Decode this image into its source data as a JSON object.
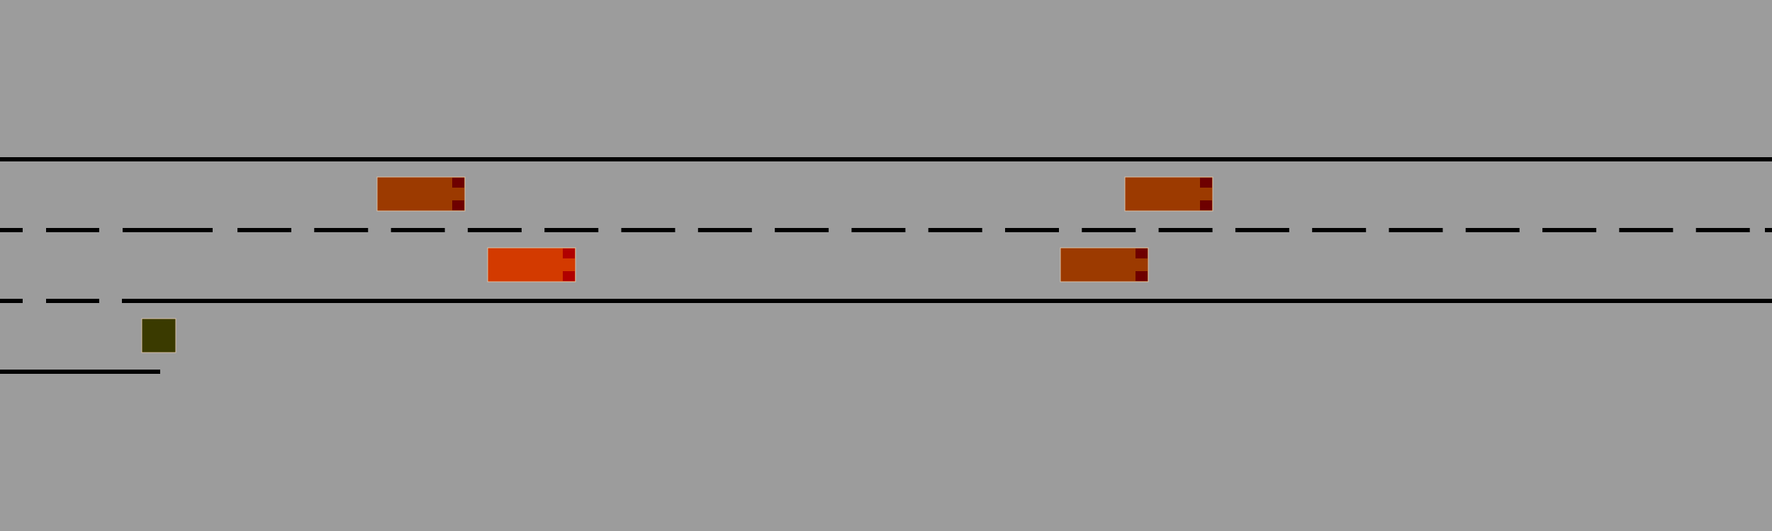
{
  "colors": {
    "road": "#9c9c9c",
    "lane_line": "#000000",
    "vehicle_outline": "#d8c0a8",
    "ego_vehicle_body": "#d33a00",
    "ego_vehicle_lights": "#b00000",
    "vehicle_body": "#9c3a00",
    "vehicle_lights": "#6e0000",
    "obstacle": "#3a3a00"
  },
  "scene": {
    "vehicles": [
      {
        "role": "other",
        "lane": "upper"
      },
      {
        "role": "other",
        "lane": "upper"
      },
      {
        "role": "ego",
        "lane": "lower"
      },
      {
        "role": "other",
        "lane": "lower"
      }
    ],
    "obstacle": {
      "kind": "square-block"
    }
  }
}
